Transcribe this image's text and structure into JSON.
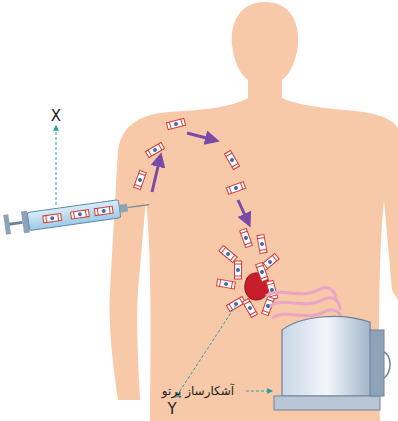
{
  "diagram": {
    "labels": [
      "X",
      "Y",
      "آشکارساز پرتو"
    ]
  }
}
